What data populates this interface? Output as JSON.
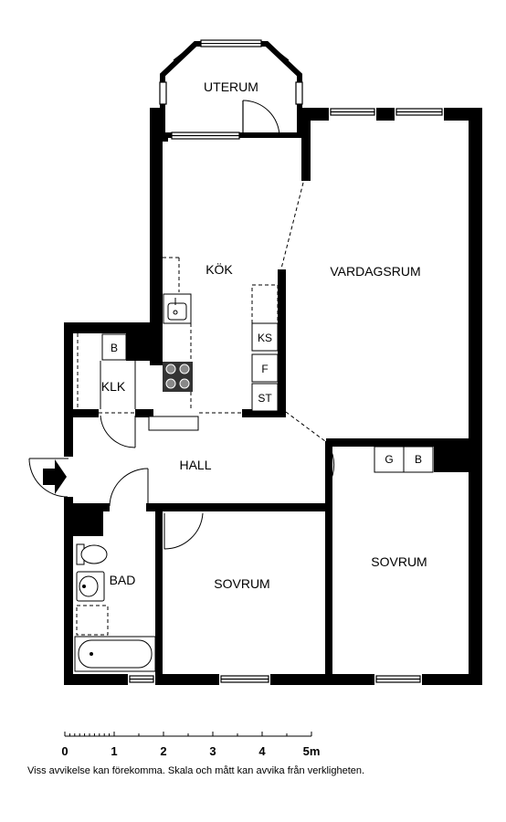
{
  "rooms": {
    "uterum": "UTERUM",
    "kok": "KÖK",
    "vardagsrum": "VARDAGSRUM",
    "klk": "KLK",
    "hall": "HALL",
    "bad": "BAD",
    "sovrum_left": "SOVRUM",
    "sovrum_right": "SOVRUM"
  },
  "fixtures": {
    "b_klk": "B",
    "ks": "KS",
    "f": "F",
    "st": "ST",
    "g": "G",
    "b_sovrum": "B"
  },
  "scale": {
    "ticks": [
      "0",
      "1",
      "2",
      "3",
      "4",
      "5m"
    ]
  },
  "disclaimer": "Viss avvikelse kan förekomma. Skala och mått kan avvika från verkligheten."
}
